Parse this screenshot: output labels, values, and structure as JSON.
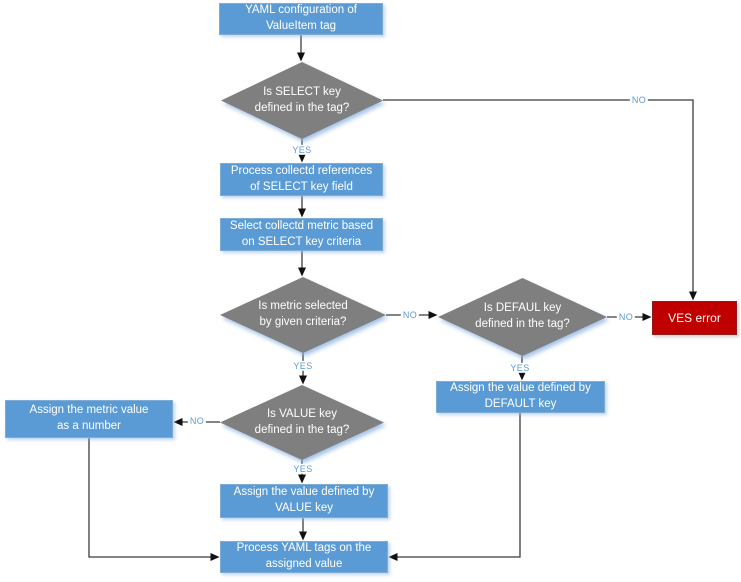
{
  "colors": {
    "process_fill": "#5B9BD5",
    "process_border": "#7EACD4",
    "decision_fill": "#7F7F7F",
    "error_fill": "#C00000",
    "error_border": "#8F1D1D",
    "edge_label": "#5B9BD5",
    "line": "#3B3B3B",
    "node_text": "#FFFFFF"
  },
  "nodes": {
    "start": {
      "type": "process",
      "label": "YAML configuration of\nValueItem tag"
    },
    "select_decision": {
      "type": "decision",
      "label": "Is SELECT key\ndefined in the tag?"
    },
    "process_references": {
      "type": "process",
      "label": "Process collectd references\nof SELECT key field"
    },
    "select_metric": {
      "type": "process",
      "label": "Select collectd metric based\non SELECT key criteria"
    },
    "metric_decision": {
      "type": "decision",
      "label": "Is metric selected\nby given criteria?"
    },
    "default_decision": {
      "type": "decision",
      "label": "Is DEFAUL key\ndefined in the tag?"
    },
    "ves_error": {
      "type": "error",
      "label": "VES error"
    },
    "assign_default": {
      "type": "process",
      "label": "Assign the value defined by\nDEFAULT key"
    },
    "value_decision": {
      "type": "decision",
      "label": "Is VALUE key\ndefined in the tag?"
    },
    "assign_metric": {
      "type": "process",
      "label": "Assign the metric value\nas a number"
    },
    "assign_value": {
      "type": "process",
      "label": "Assign the value defined by\nVALUE key"
    },
    "process_tags": {
      "type": "process",
      "label": "Process YAML tags on the\nassigned value"
    }
  },
  "edge_labels": {
    "select_yes": "YES",
    "select_no": "NO",
    "metric_yes": "YES",
    "metric_no": "NO",
    "default_yes": "YES",
    "default_no": "NO",
    "value_yes": "YES",
    "value_no": "NO"
  }
}
